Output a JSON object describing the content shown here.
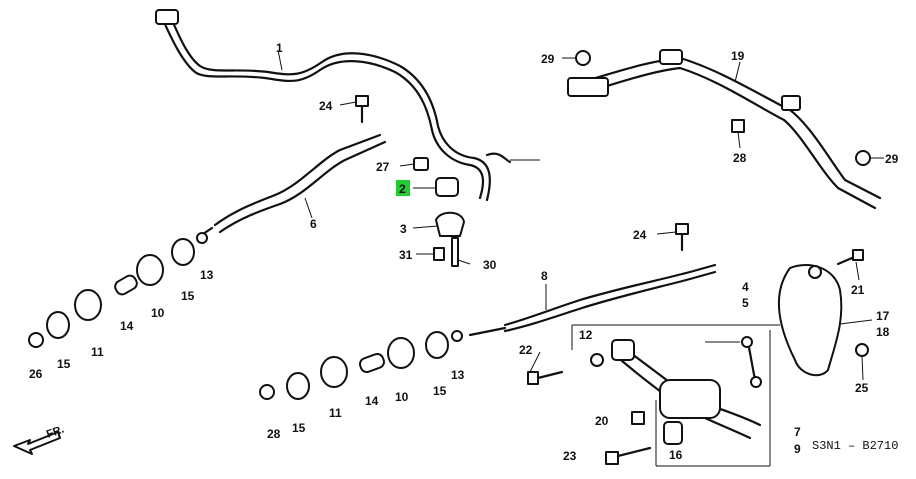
{
  "diagram": {
    "callouts": {
      "c1": "1",
      "c2": "2",
      "c3": "3",
      "c4": "4",
      "c5": "5",
      "c6": "6",
      "c7": "7",
      "c8": "8",
      "c9": "9",
      "c10a": "10",
      "c10b": "10",
      "c11a": "11",
      "c11b": "11",
      "c12": "12",
      "c13a": "13",
      "c13b": "13",
      "c14a": "14",
      "c14b": "14",
      "c15a": "15",
      "c15b": "15",
      "c15c": "15",
      "c15d": "15",
      "c16": "16",
      "c17": "17",
      "c18": "18",
      "c19": "19",
      "c20": "20",
      "c21": "21",
      "c22": "22",
      "c23": "23",
      "c24a": "24",
      "c24b": "24",
      "c25": "25",
      "c26": "26",
      "c27": "27",
      "c28a": "28",
      "c28b": "28",
      "c29a": "29",
      "c29b": "29",
      "c30": "30",
      "c31": "31"
    },
    "highlight_color": "#22cc33",
    "diagram_code": "S3N1 – B2710",
    "front_arrow": "FR."
  }
}
